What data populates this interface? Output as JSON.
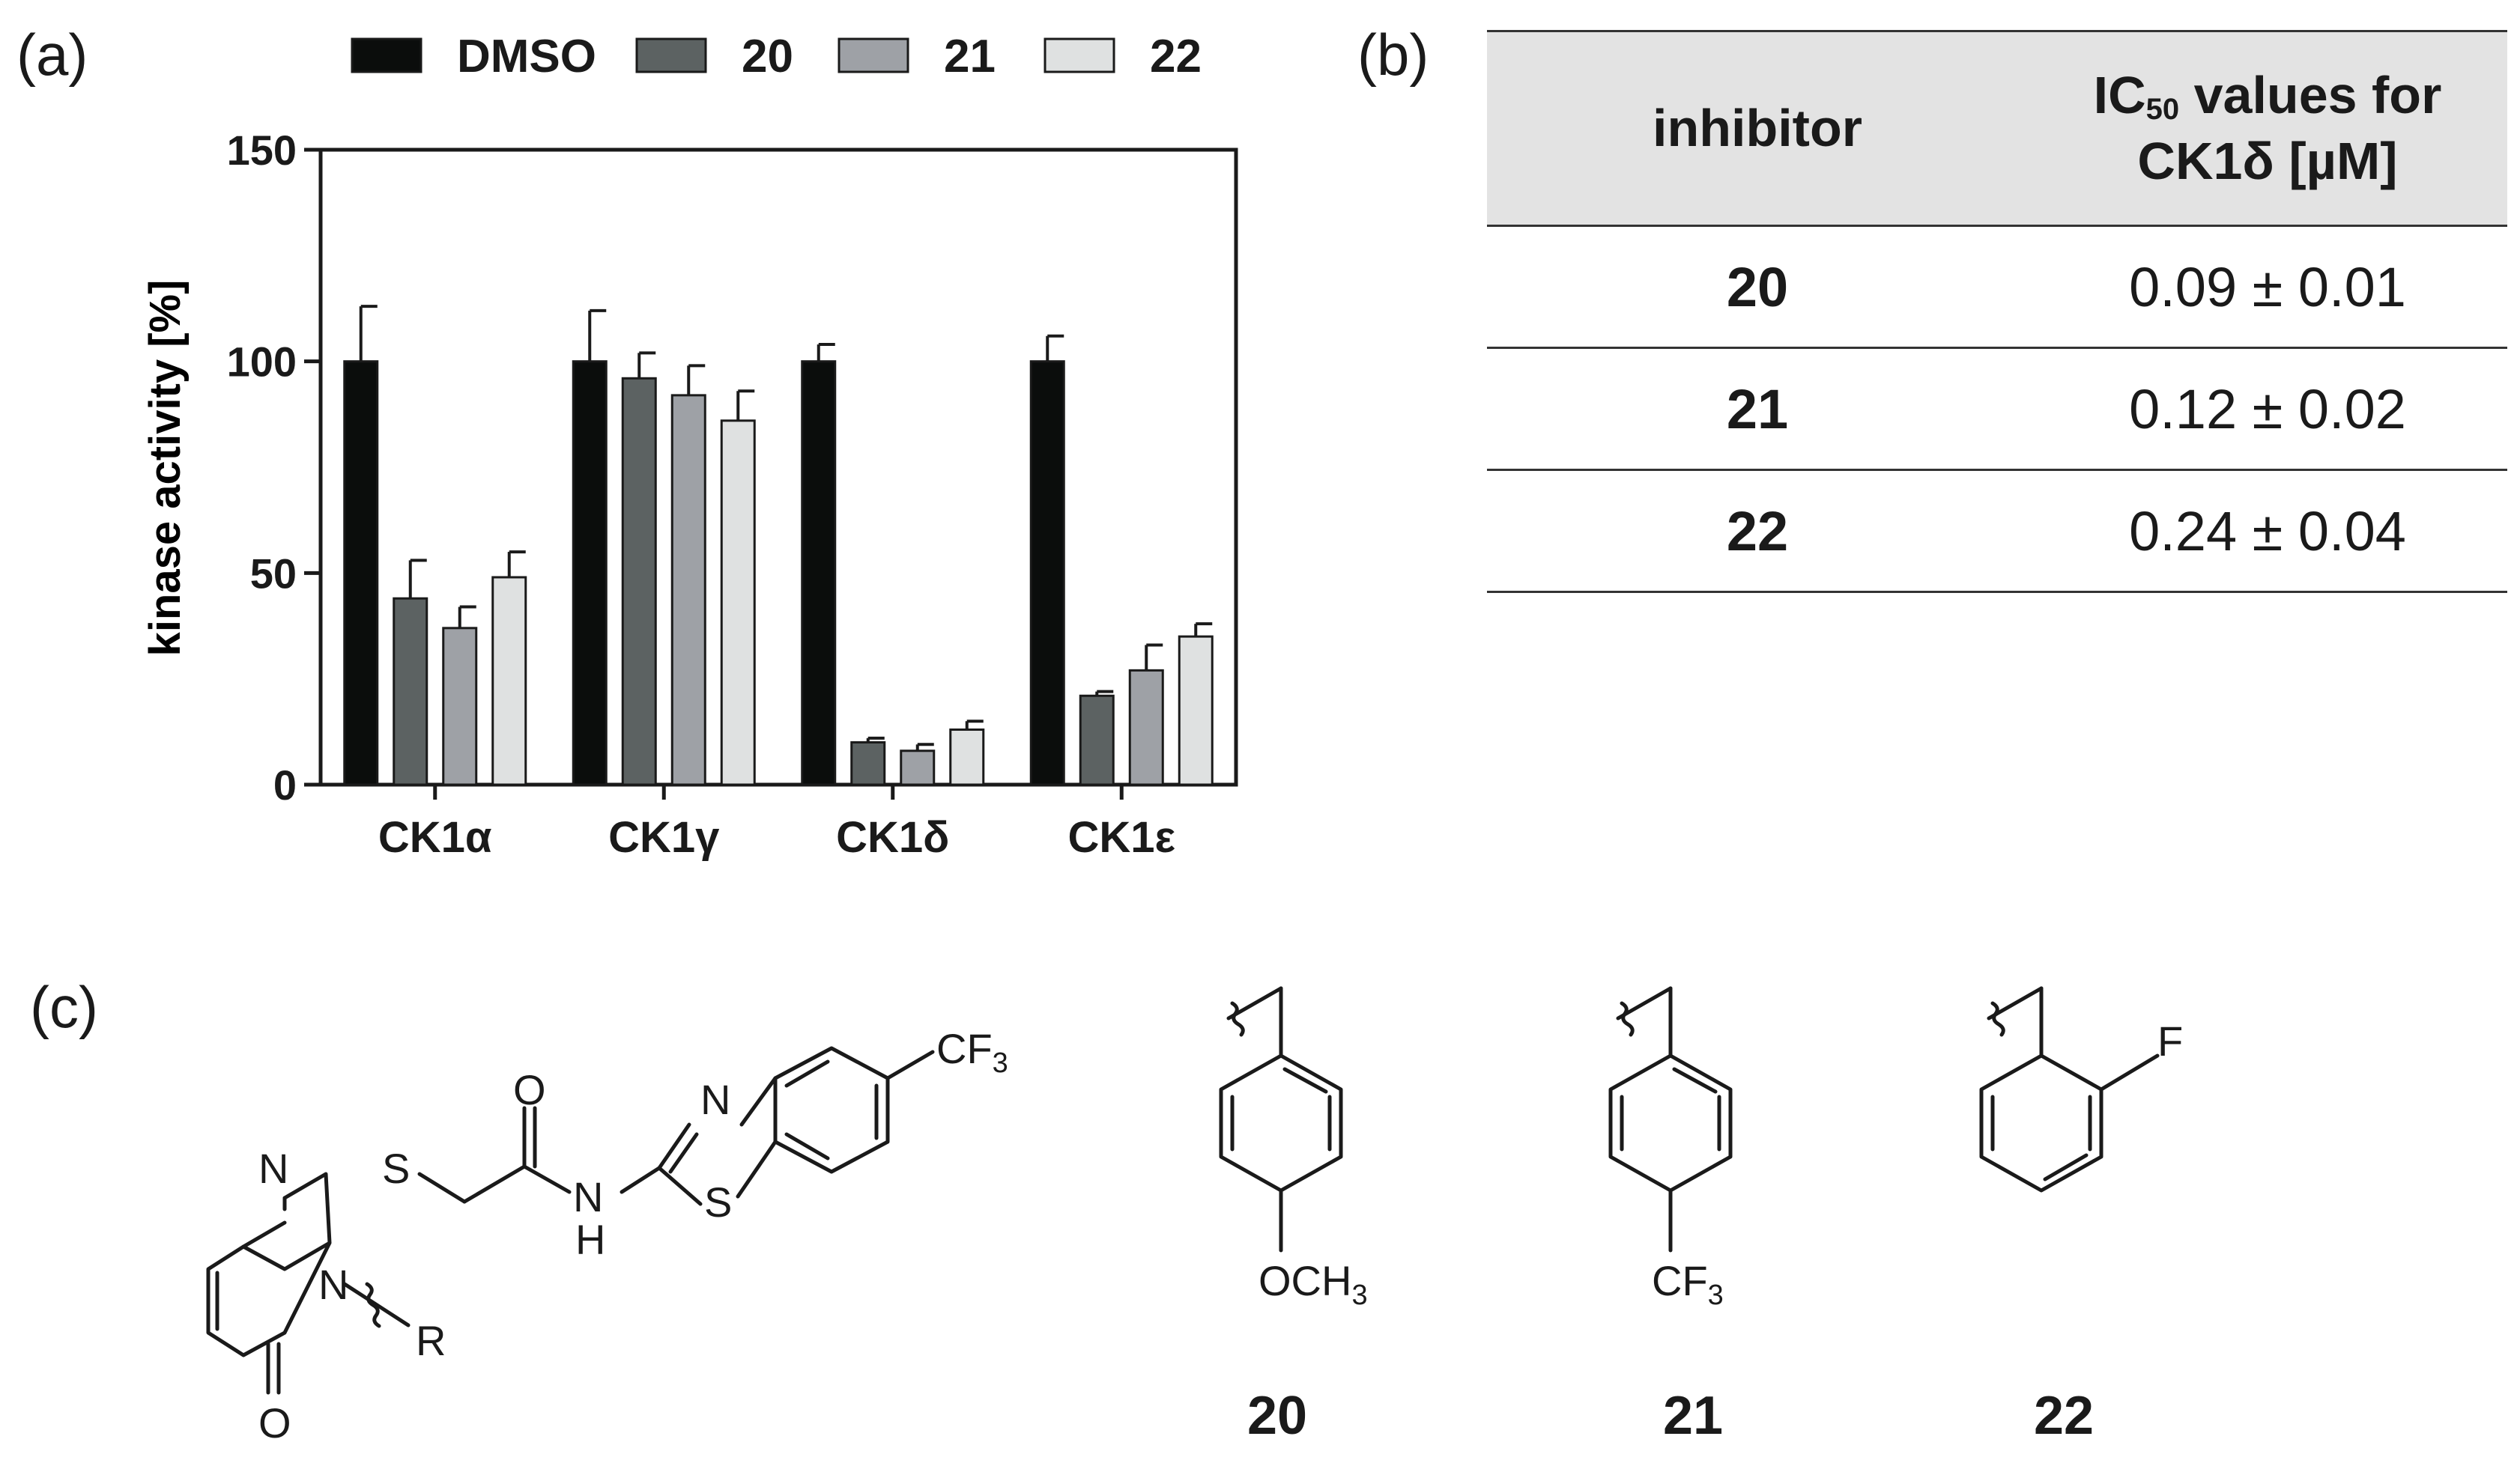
{
  "panels": {
    "a": "(a)",
    "b": "(b)",
    "c": "(c)"
  },
  "chart_data": {
    "type": "bar",
    "categories": [
      "CK1α",
      "CK1γ",
      "CK1δ",
      "CK1ε"
    ],
    "series": [
      {
        "name": "DMSO",
        "color": "#0b0d0c",
        "values": [
          100,
          100,
          100,
          100
        ],
        "errors": [
          13,
          12,
          4,
          6
        ]
      },
      {
        "name": "20",
        "color": "#5c6262",
        "values": [
          44,
          96,
          10,
          21
        ],
        "errors": [
          9,
          6,
          1,
          1
        ]
      },
      {
        "name": "21",
        "color": "#9ea1a6",
        "values": [
          37,
          92,
          8,
          27
        ],
        "errors": [
          5,
          7,
          1.5,
          6
        ]
      },
      {
        "name": "22",
        "color": "#dfe1e1",
        "values": [
          49,
          86,
          13,
          35
        ],
        "errors": [
          6,
          7,
          2,
          3
        ]
      }
    ],
    "ylabel": "kinase activity [%]",
    "xlabel": "",
    "ylim": [
      0,
      150
    ],
    "yticks": [
      "0",
      "50",
      "100",
      "150"
    ],
    "legend": "top"
  },
  "table_b": {
    "header_col1": "inhibitor",
    "header_col2_pre": "IC",
    "header_col2_sub": "50",
    "header_col2_post": " values for",
    "header_col2_line2": "CK1δ [µM]",
    "rows": [
      {
        "inhibitor": "20",
        "value": "0.09 ± 0.01"
      },
      {
        "inhibitor": "21",
        "value": "0.12 ± 0.02"
      },
      {
        "inhibitor": "22",
        "value": "0.24 ± 0.04"
      }
    ]
  },
  "structures": {
    "core": {
      "N1": "N",
      "N3": "N",
      "O_ring": "O",
      "S": "S",
      "O_amide": "O",
      "NH_N": "N",
      "NH_H": "H",
      "bt_N": "N",
      "bt_S": "S",
      "cf3_main": "CF",
      "cf3_sub": "3",
      "R": "R"
    },
    "substituents": [
      {
        "label": "20",
        "group": "OCH",
        "group_sub": "3"
      },
      {
        "label": "21",
        "group": "CF",
        "group_sub": "3"
      },
      {
        "label": "22",
        "group": "F",
        "group_sub": ""
      }
    ]
  }
}
